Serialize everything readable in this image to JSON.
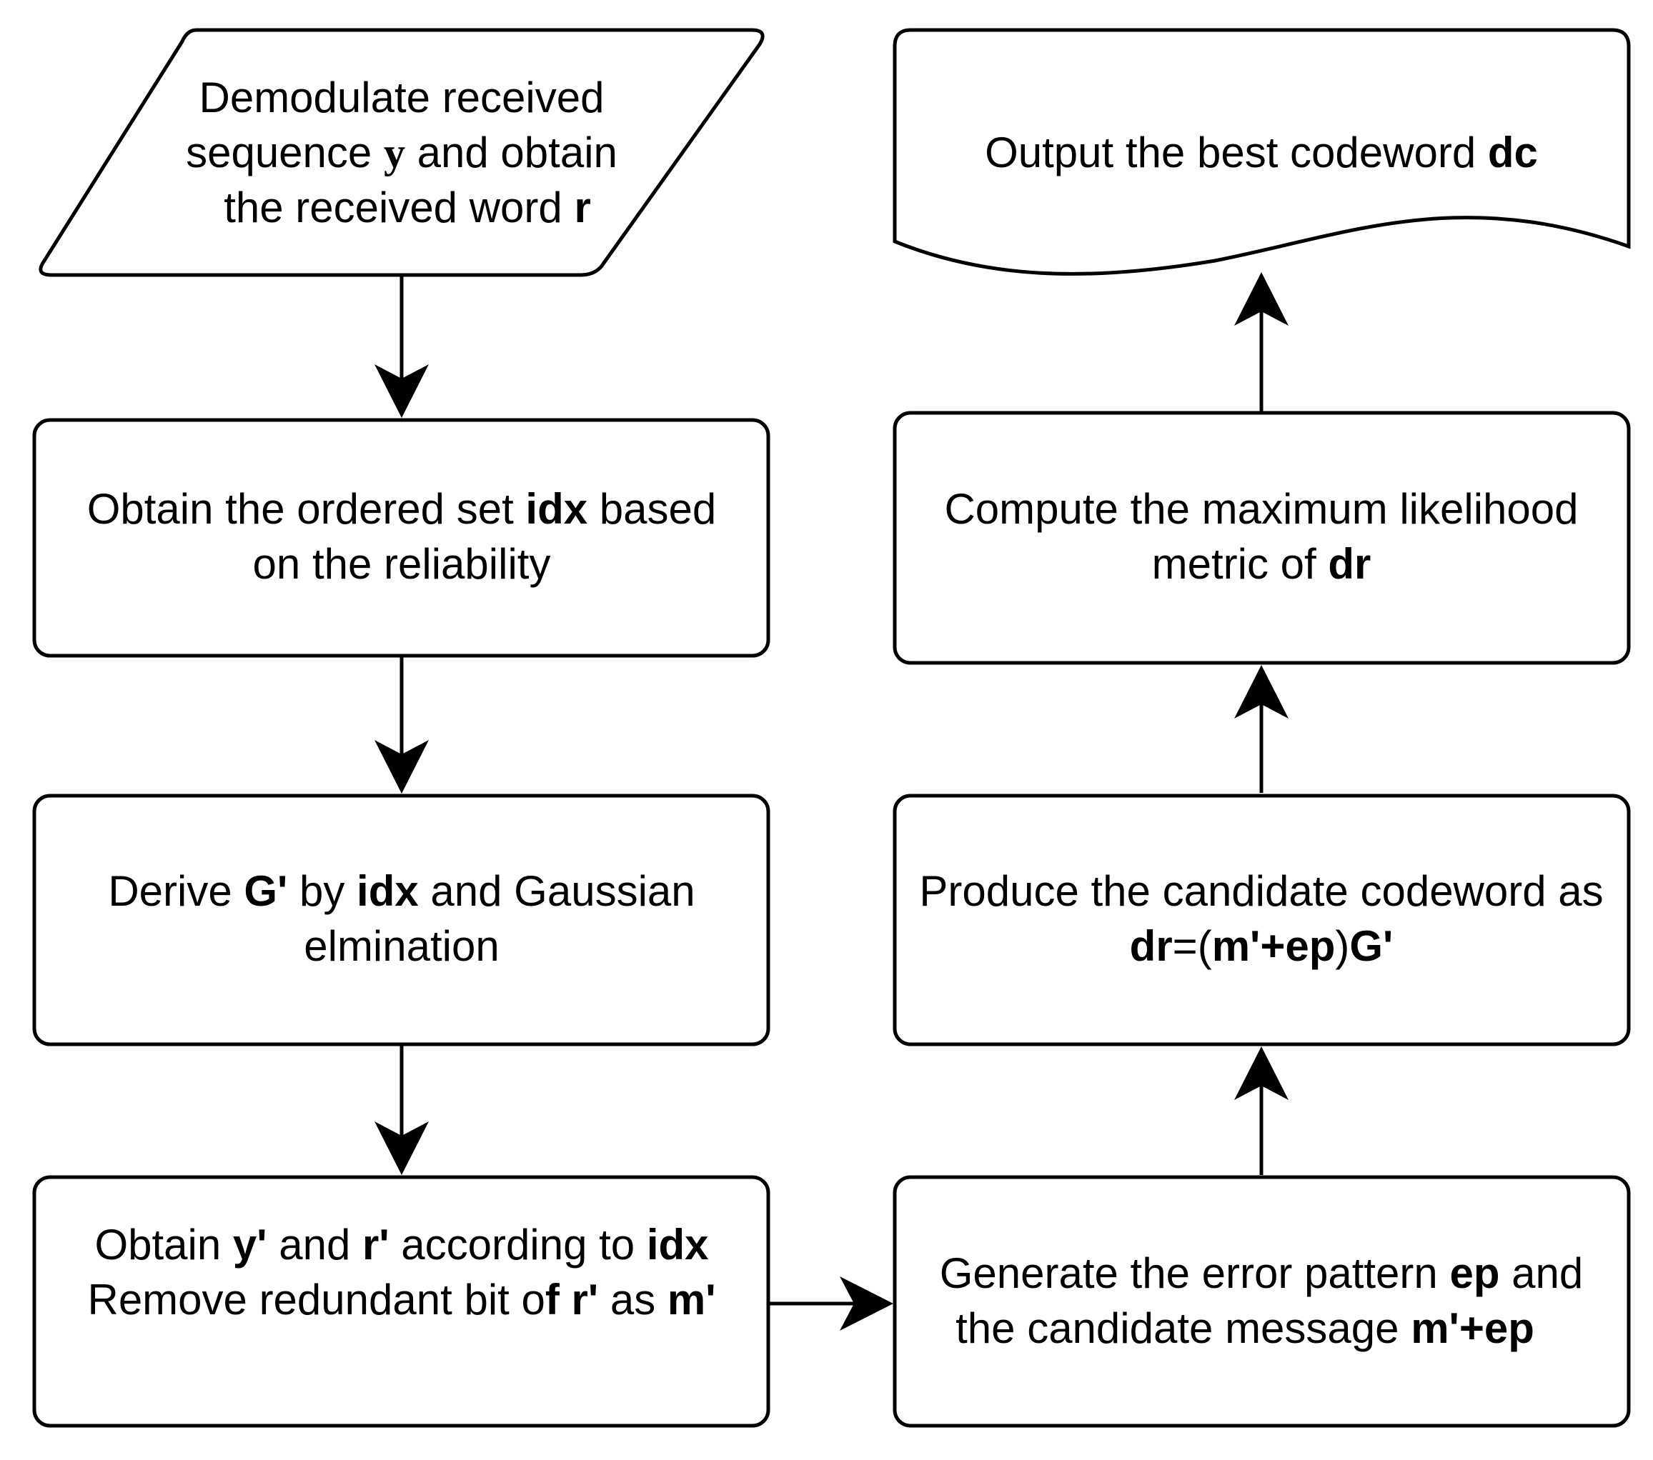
{
  "colors": {
    "stroke": "#000000",
    "background": "#ffffff"
  },
  "nodes": {
    "demodulate": {
      "line1": "Demodulate received",
      "line2_a": "sequence",
      "line2_var": "y",
      "line2_b": "and obtain",
      "line3_a": "the received word",
      "line3_var": "r"
    },
    "ordered_set": {
      "line1_a": "Obtain the ordered set",
      "line1_var": "idx",
      "line1_b": "based",
      "line2": "on the reliability"
    },
    "derive": {
      "line1_a": "Derive",
      "line1_var1": "G'",
      "line1_b": "by",
      "line1_var2": "idx",
      "line1_c": "and Gaussian",
      "line2": "elmination"
    },
    "obtain_y_r": {
      "line1_a": "Obtain",
      "line1_var1": "y'",
      "line1_b": "and",
      "line1_var2": "r'",
      "line1_c": "according to",
      "line1_var3": "idx",
      "line2_a": "Remove redundant bit o",
      "line2_var1": "f r'",
      "line2_b": "as",
      "line2_var2": "m'"
    },
    "generate": {
      "line1_a": "Generate the error pattern",
      "line1_var": "ep",
      "line1_b": "and",
      "line2_a": "the candidate message",
      "line2_var": "m'+ep"
    },
    "produce": {
      "line1": "Produce the candidate codeword as",
      "line2_var1": "dr",
      "line2_a": "=(",
      "line2_var2": "m'+ep",
      "line2_b": ")",
      "line2_var3": "G'"
    },
    "compute": {
      "line1": "Compute the maximum likelihood",
      "line2_a": "metric of",
      "line2_var": "dr"
    },
    "output": {
      "line1_a": "Output the best codeword",
      "line1_var": "dc"
    }
  }
}
